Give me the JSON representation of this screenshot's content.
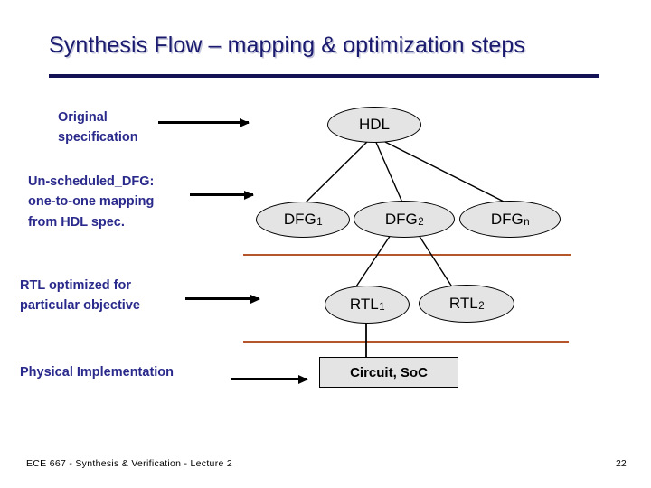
{
  "slide": {
    "title": "Synthesis Flow – mapping & optimization steps",
    "accent_color": "#121255",
    "title_color": "#1a1a6e",
    "label_color": "#2a2a8c",
    "separator_color": "#b5562a",
    "node_fill": "#e4e4e4",
    "node_stroke": "#000000",
    "background": "#ffffff"
  },
  "steps": [
    {
      "id": "original",
      "line1": "Original",
      "line2": "specification",
      "line3": ""
    },
    {
      "id": "unscheduled",
      "line1": "Un-scheduled_DFG:",
      "line2": "one-to-one mapping",
      "line3": "from HDL spec."
    },
    {
      "id": "rtl",
      "line1": "RTL optimized for",
      "line2": "particular objective",
      "line3": ""
    },
    {
      "id": "physical",
      "line1": "Physical Implementation",
      "line2": "",
      "line3": ""
    }
  ],
  "arrows": [
    {
      "id": "arrow-1",
      "direction": "right"
    },
    {
      "id": "arrow-2",
      "direction": "right"
    },
    {
      "id": "arrow-3",
      "direction": "right"
    },
    {
      "id": "arrow-4",
      "direction": "right"
    }
  ],
  "graph": {
    "nodes": [
      {
        "id": "hdl",
        "base": "HDL",
        "subscript": "",
        "shape": "ellipse"
      },
      {
        "id": "dfg1",
        "base": "DFG",
        "subscript": "1",
        "shape": "ellipse"
      },
      {
        "id": "dfg2",
        "base": "DFG",
        "subscript": "2",
        "shape": "ellipse"
      },
      {
        "id": "dfgn",
        "base": "DFG",
        "subscript": "n",
        "shape": "ellipse"
      },
      {
        "id": "rtl1",
        "base": "RTL",
        "subscript": "1",
        "shape": "ellipse"
      },
      {
        "id": "rtl2",
        "base": "RTL",
        "subscript": "2",
        "shape": "ellipse"
      },
      {
        "id": "circuit",
        "base": "Circuit, SoC",
        "subscript": "",
        "shape": "rectangle"
      }
    ],
    "edges": [
      {
        "from": "hdl",
        "to": "dfg1"
      },
      {
        "from": "hdl",
        "to": "dfg2"
      },
      {
        "from": "hdl",
        "to": "dfgn"
      },
      {
        "from": "dfg2",
        "to": "rtl1"
      },
      {
        "from": "dfg2",
        "to": "rtl2"
      },
      {
        "from": "rtl1",
        "to": "circuit"
      }
    ]
  },
  "separators": [
    {
      "id": "sep-1"
    },
    {
      "id": "sep-2"
    }
  ],
  "footer": {
    "text": "ECE 667 - Synthesis & Verification - Lecture 2",
    "page": "22"
  }
}
